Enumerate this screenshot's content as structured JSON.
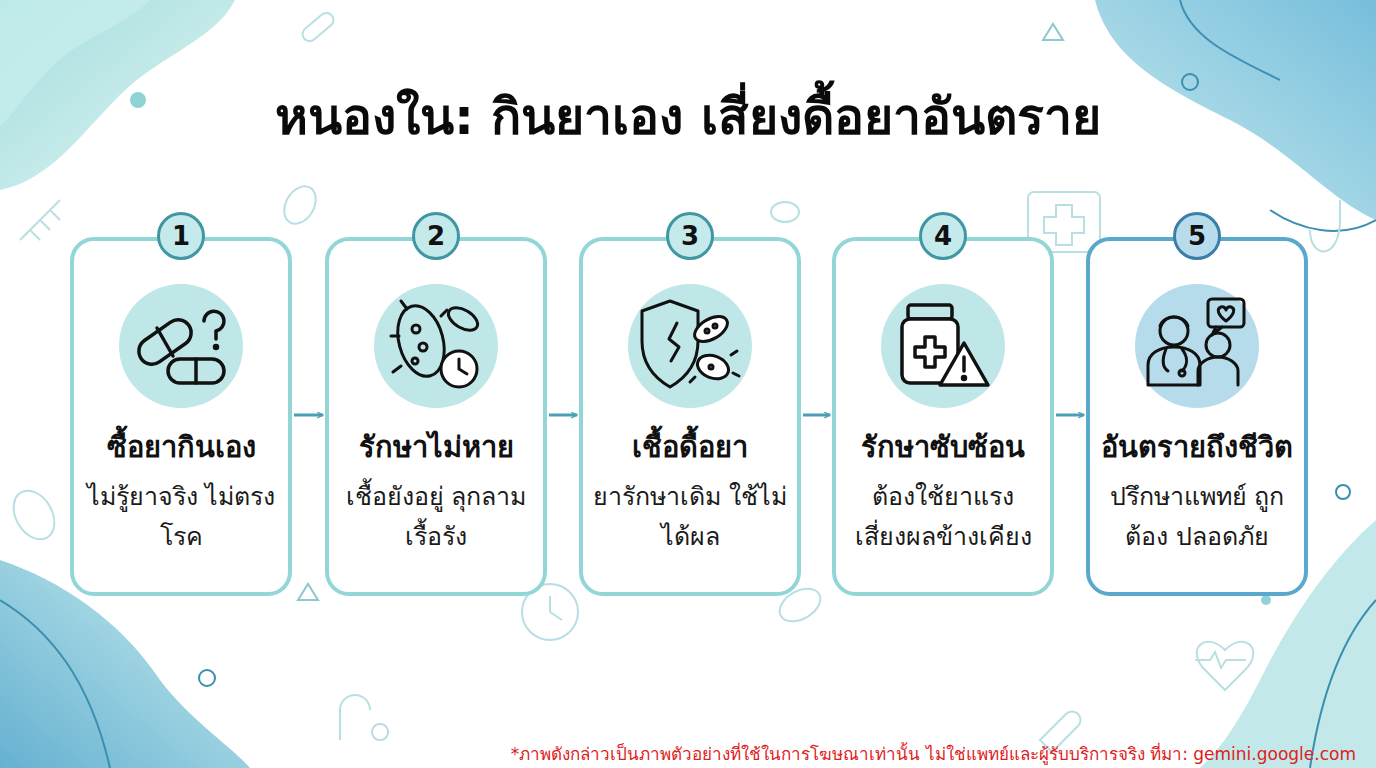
{
  "diagram": {
    "title": "หนองใน: กินยาเอง เสี่ยงดื้อยาอันตราย",
    "caption": "*ภาพดังกล่าวเป็นภาพตัวอย่างที่ใช้ในการโฆษณาเท่านั้น ไม่ใช่แพทย์และผู้รับบริการจริง ที่มา: gemini.google.com",
    "nodes": [
      {
        "text": [
          "ซื้อยากินเอง",
          "ไม่รู้ยาจริง ไม่ตรงโรค"
        ]
      },
      {
        "text": [
          "1"
        ],
        "in": 0
      },
      {
        "text": [
          "รักษาไม่หาย",
          "เชื้อยังอยู่ ลุกลามเรื้อรัง"
        ]
      },
      {
        "text": [
          "2"
        ],
        "in": 2
      },
      {
        "text": [
          "เชื้อดื้อยา",
          "ยารักษาเดิม ใช้ไม่ได้ผล"
        ]
      },
      {
        "text": [
          "3"
        ],
        "in": 4
      },
      {
        "text": [
          "รักษาซับซ้อน",
          "ต้องใช้ยาแรง เสี่ยงผลข้างเคียง"
        ]
      },
      {
        "text": [
          "4"
        ],
        "in": 6
      },
      {
        "text": [
          "อันตรายถึงชีวิต",
          "ปรึกษาแพทย์ ถูกต้อง ปลอดภัย"
        ]
      },
      {
        "text": [
          "5"
        ],
        "in": 8
      }
    ],
    "edges": [
      {
        "from": 0,
        "to": 2,
        "arrow": "to"
      },
      {
        "from": 2,
        "to": 4,
        "arrow": "to"
      },
      {
        "from": 4,
        "to": 6,
        "arrow": "to"
      },
      {
        "from": 6,
        "to": 8,
        "arrow": "to"
      }
    ]
  }
}
